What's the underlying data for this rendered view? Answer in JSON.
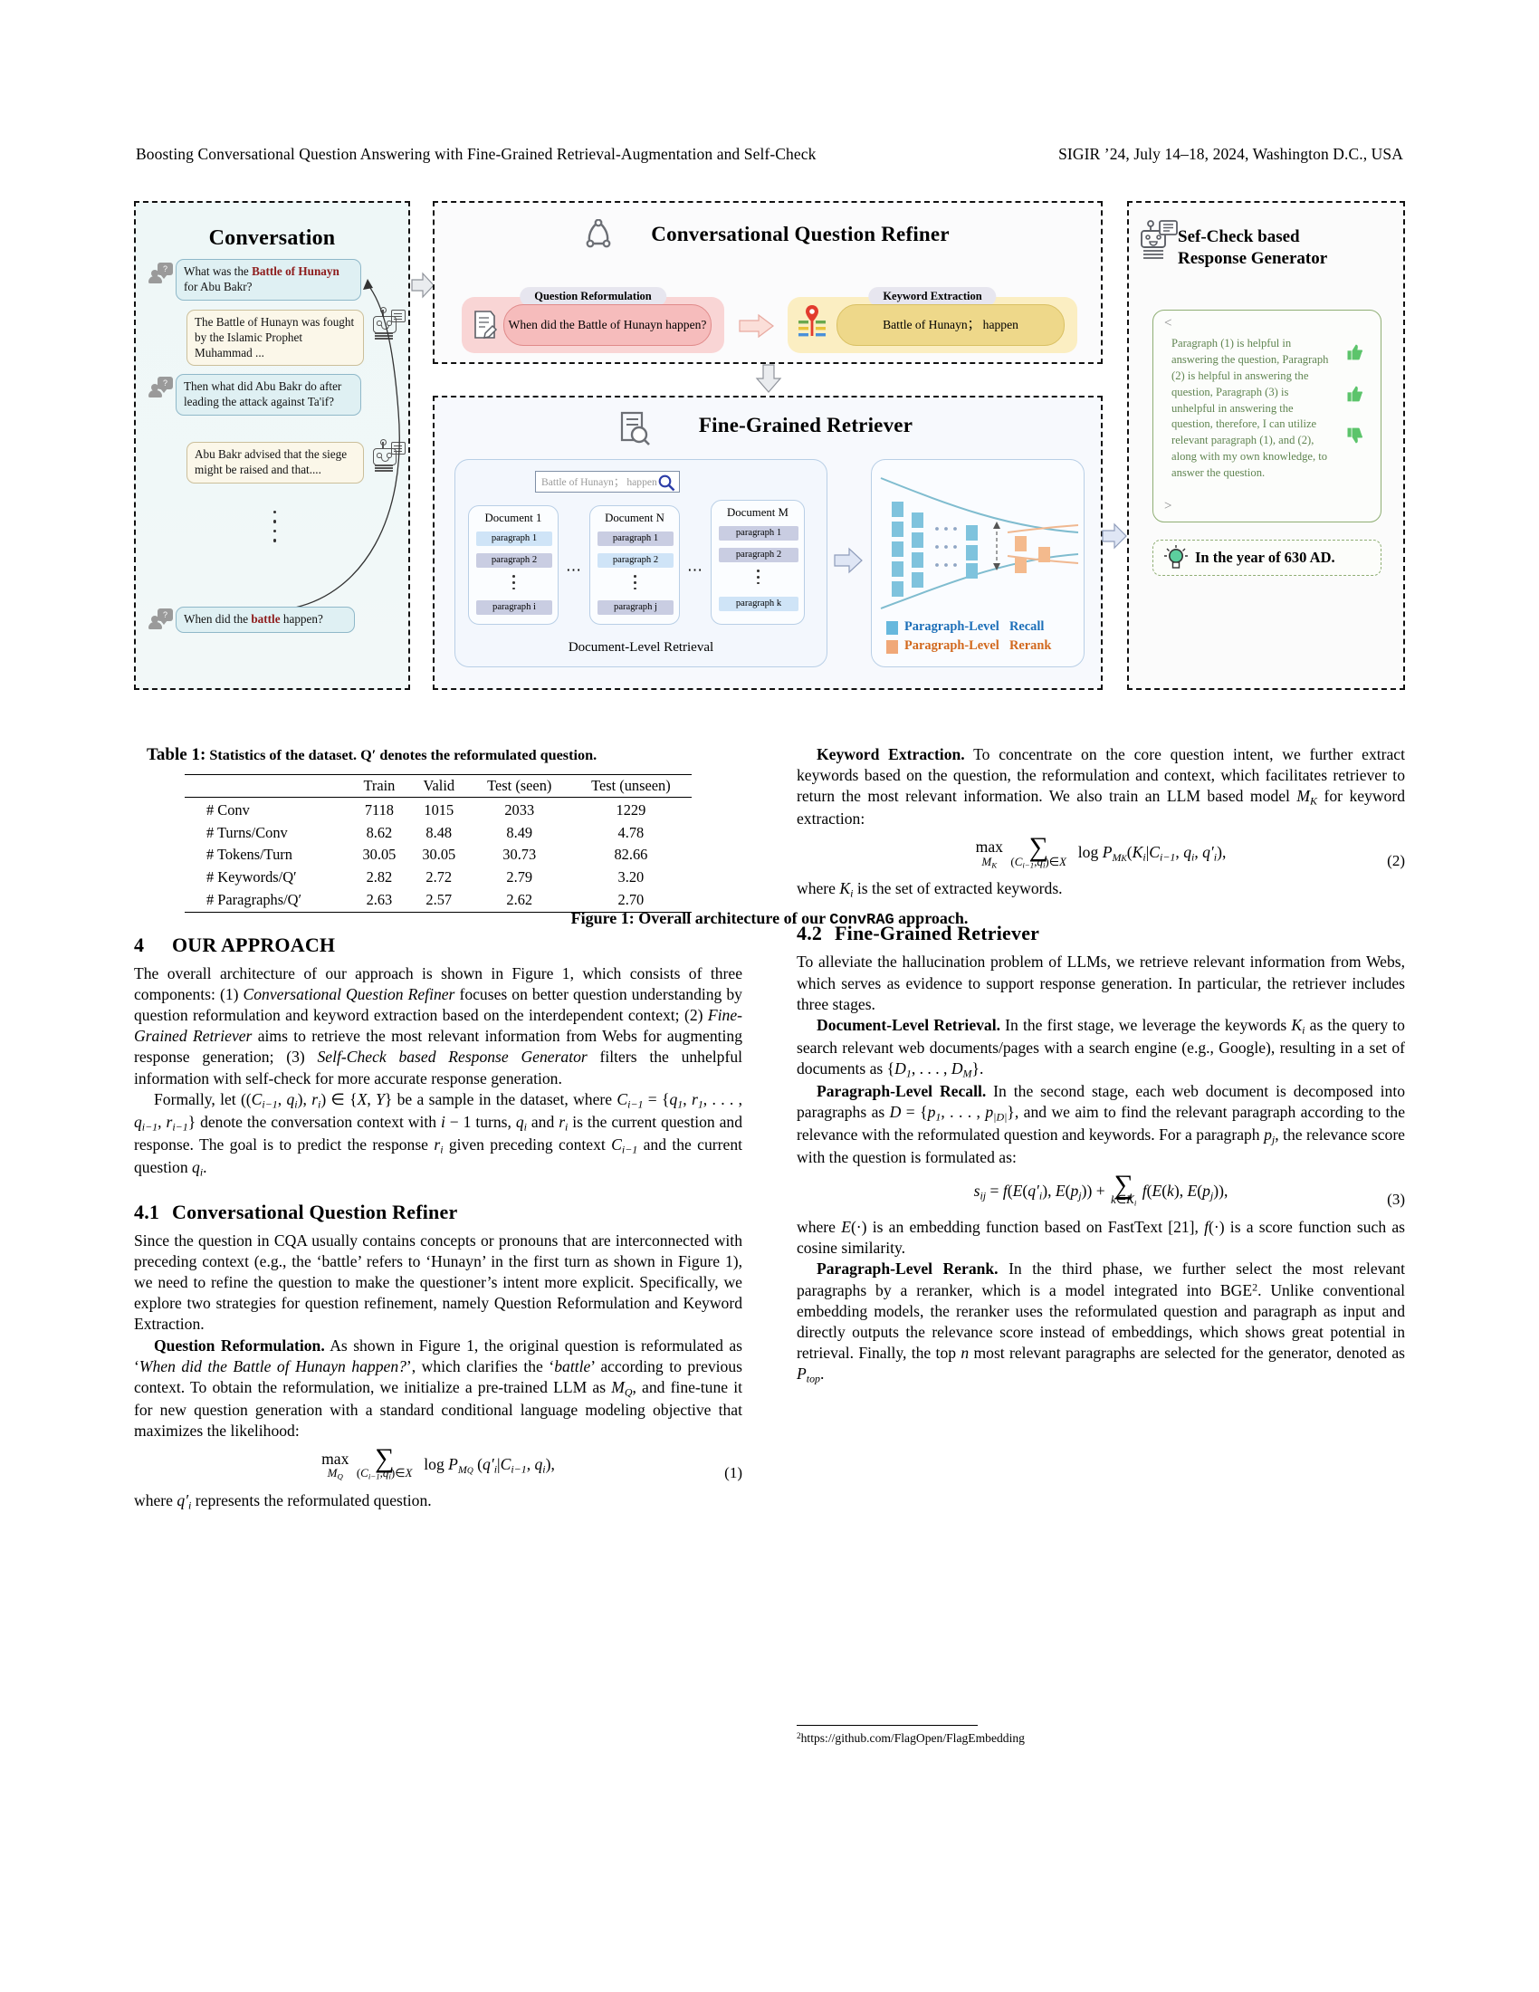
{
  "runhead": {
    "left": "Boosting Conversational Question Answering with Fine-Grained Retrieval-Augmentation and Self-Check",
    "right": "SIGIR ’24, July 14–18, 2024, Washington D.C., USA"
  },
  "figure": {
    "caption_prefix": "Figure 1: Overall architecture of our ",
    "caption_mono": "ConvRAG",
    "caption_suffix": " approach.",
    "conversation": {
      "title": "Conversation",
      "turns": [
        {
          "role": "user",
          "text_prefix": "What was the ",
          "keyword": "Battle of Hunayn",
          "text_suffix": " for Abu Bakr?"
        },
        {
          "role": "bot",
          "text": "The Battle of Hunayn was fought by the Islamic Prophet Muhammad ..."
        },
        {
          "role": "user",
          "text": "Then what did Abu Bakr do after leading the attack against Ta'if?"
        },
        {
          "role": "bot",
          "text": "Abu Bakr advised that the siege might be raised and that...."
        },
        {
          "role": "user",
          "text_prefix": "When did the ",
          "keyword": "battle",
          "text_suffix": " happen?"
        }
      ]
    },
    "refiner": {
      "title": "Conversational Question Refiner",
      "reformulation_caption": "Question Reformulation",
      "reformulation_value": "When did the Battle of Hunayn happen?",
      "keyword_caption": "Keyword Extraction",
      "keyword_value": "Battle of Hunayn； happen"
    },
    "retriever": {
      "title": "Fine-Grained Retriever",
      "search_query": "Battle of Hunayn； happen",
      "documents": [
        {
          "name": "Document 1",
          "paragraphs": [
            "paragraph 1",
            "paragraph 2",
            "paragraph i"
          ]
        },
        {
          "name": "Document N",
          "paragraphs": [
            "paragraph 1",
            "paragraph 2",
            "paragraph j"
          ]
        },
        {
          "name": "Document M",
          "paragraphs": [
            "paragraph 1",
            "paragraph 2",
            "paragraph k"
          ]
        }
      ],
      "doc_ellipsis": "⋯",
      "stage_label": "Document-Level Retrieval",
      "legend": [
        {
          "label_a": "Paragraph-Level",
          "label_b": "Recall",
          "color": "#67b8dd"
        },
        {
          "label_a": "Paragraph-Level",
          "label_b": "Rerank",
          "color": "#f0a878"
        }
      ]
    },
    "generator": {
      "title_line1": "Sef-Check based",
      "title_line2": "Response Generator",
      "open_angle": "<",
      "close_angle": ">",
      "check_text": "Paragraph (1) is helpful in answering the question, Paragraph (2) is helpful in answering the question, Paragraph (3) is unhelpful in answering the question, therefore, I can utilize relevant paragraph (1), and (2), along with my own knowledge, to answer the question.",
      "thumbs": [
        "up",
        "up",
        "down"
      ],
      "answer": "In the year of 630  AD."
    }
  },
  "table1": {
    "caption_label": "Table 1:",
    "caption_text": "Statistics of the dataset. Q′ denotes the reformulated question.",
    "columns": [
      "",
      "Train",
      "Valid",
      "Test (seen)",
      "Test (unseen)"
    ],
    "rows": [
      {
        "label": "# Conv",
        "values": [
          "7118",
          "1015",
          "2033",
          "1229"
        ]
      },
      {
        "label": "# Turns/Conv",
        "values": [
          "8.62",
          "8.48",
          "8.49",
          "4.78"
        ]
      },
      {
        "label": "# Tokens/Turn",
        "values": [
          "30.05",
          "30.05",
          "30.73",
          "82.66"
        ]
      },
      {
        "label": "# Keywords/Q′",
        "values": [
          "2.82",
          "2.72",
          "2.79",
          "3.20"
        ]
      },
      {
        "label": "# Paragraphs/Q′",
        "values": [
          "2.63",
          "2.57",
          "2.62",
          "2.70"
        ]
      }
    ]
  },
  "sections": {
    "s4_num": "4",
    "s4_title": "OUR APPROACH",
    "s4_p1_a": "The overall architecture of our approach is shown in Figure 1, which consists of three components: (1) ",
    "s4_p1_i1": "Conversational Question Refiner",
    "s4_p1_b": " focuses on better question understanding by question reformulation and keyword extraction based on the interdependent context; (2) ",
    "s4_p1_i2": "Fine-Grained Retriever",
    "s4_p1_c": " aims to retrieve the most relevant information from Webs for augmenting response generation; (3) ",
    "s4_p1_i3": "Self-Check based Response Generator",
    "s4_p1_d": " filters the unhelpful information with self-check for more accurate response generation.",
    "s41_num": "4.1",
    "s41_title": "Conversational Question Refiner",
    "s41_p1": "Since the question in CQA usually contains concepts or pronouns that are interconnected with preceding context (e.g., the ‘battle’ refers to ‘Hunayn’ in the first turn as shown in Figure 1), we need to refine the question to make the questioner’s intent more explicit. Specifically, we explore two strategies for question refinement, namely Question Reformulation and Keyword Extraction.",
    "s41_p2_head": "Question Reformulation.",
    "s41_p2_a": " As shown in Figure 1, the original question is reformulated as ‘",
    "s41_p2_i1": "When did the Battle of Hunayn happen?",
    "s41_p2_b": "’, which clarifies the ‘",
    "s41_p2_i2": "battle",
    "s41_p2_c": "’ according to previous context. To obtain the reformulation, we initialize a pre-trained LLM as ",
    "s41_p2_d": ", and fine-tune it for new question generation with a standard conditional language modeling objective that maximizes the likelihood:",
    "eq1_num": "(1)",
    "s41_p3": "where q′i represents the reformulated question.",
    "s_kw_head": "Keyword Extraction.",
    "s_kw_a": " To concentrate on the core question intent, we further extract keywords based on the question, the reformulation and context, which facilitates retriever to return the most relevant information. We also train an LLM based model ",
    "s_kw_b": " for keyword extraction:",
    "eq2_num": "(2)",
    "s_kw_after": "where Ki is the set of extracted keywords.",
    "s42_num": "4.2",
    "s42_title": "Fine-Grained Retriever",
    "s42_p1": "To alleviate the hallucination problem of LLMs, we retrieve relevant information from Webs, which serves as evidence to support response generation. In particular, the retriever includes three stages.",
    "s42_p2_head": "Document-Level Retrieval.",
    "s42_p2": " In the first stage, we leverage the keywords Ki as the query to search relevant web documents/pages with a search engine (e.g., Google), resulting in a set of documents as {D1, . . . , DM}.",
    "s42_p3_head": "Paragraph-Level Recall.",
    "s42_p3": " In the second stage, each web document is decomposed into paragraphs as D = {p1, . . . , p|D|}, and we aim to find the relevant paragraph according to the relevance with the reformulated question and keywords. For a paragraph pj, the relevance score with the question is formulated as:",
    "eq3_num": "(3)",
    "s42_p4": "where E(·) is an embedding function based on FastText [21], f(·) is a score function such as cosine similarity.",
    "s42_p5_head": "Paragraph-Level Rerank.",
    "s42_p5": " In the third phase, we further select the most relevant paragraphs by a reranker, which is a model integrated into BGE2. Unlike conventional embedding models, the reranker uses the reformulated question and paragraph as input and directly outputs the relevance score instead of embeddings, which shows great potential in retrieval. Finally, the top n most relevant paragraphs are selected for the generator, denoted as Ptop."
  },
  "footnote": {
    "marker": "2",
    "text": "https://github.com/FlagOpen/FlagEmbedding"
  }
}
